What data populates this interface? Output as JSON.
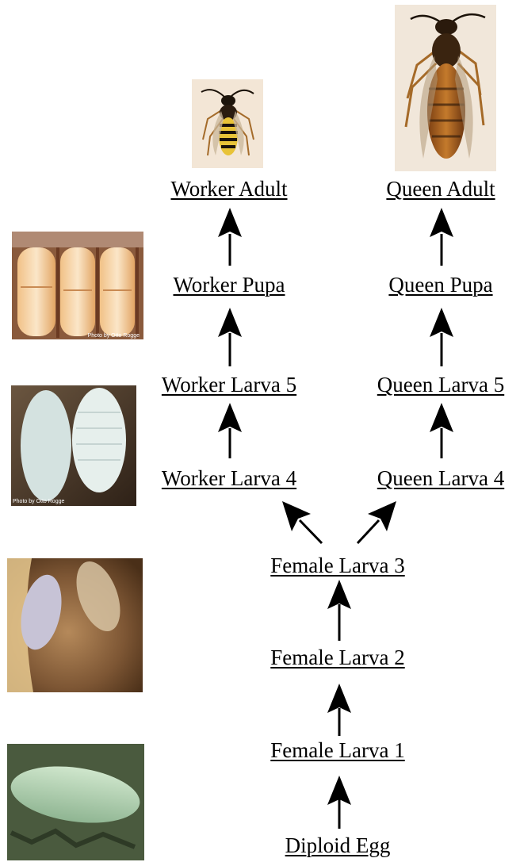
{
  "stages": {
    "worker_adult": "Worker Adult",
    "queen_adult": "Queen Adult",
    "worker_pupa": "Worker Pupa",
    "queen_pupa": "Queen Pupa",
    "worker_larva_5": "Worker Larva 5",
    "queen_larva_5": "Queen Larva 5",
    "worker_larva_4": "Worker Larva 4",
    "queen_larva_4": "Queen Larva 4",
    "female_larva_3": "Female Larva 3",
    "female_larva_2": "Female Larva 2",
    "female_larva_1": "Female Larva 1",
    "diploid_egg": "Diploid Egg"
  },
  "photo_credits": {
    "pupa_photo": "Photo by Otto Rogge",
    "larva_photo": "Photo by Otto Rogge"
  },
  "colors": {
    "text": "#000000",
    "arrow": "#000000",
    "background": "#ffffff"
  }
}
